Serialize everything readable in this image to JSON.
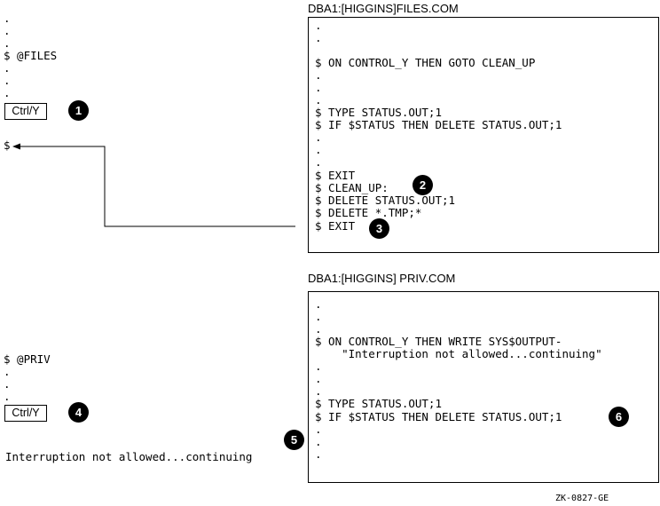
{
  "files_panel": {
    "title": "DBA1:[HIGGINS]FILES.COM",
    "lines": [
      ".",
      ".",
      "$ ON CONTROL_Y THEN GOTO CLEAN_UP",
      ".",
      ".",
      ".",
      "$ TYPE STATUS.OUT;1",
      "$ IF $STATUS THEN DELETE STATUS.OUT;1",
      ".",
      ".",
      ".",
      "$ EXIT",
      "$ CLEAN_UP:",
      "$ DELETE STATUS.OUT;1",
      "$ DELETE *.TMP;*",
      "$ EXIT"
    ]
  },
  "priv_panel": {
    "title": "DBA1:[HIGGINS] PRIV.COM",
    "lines": [
      ".",
      ".",
      ".",
      "$ ON CONTROL_Y THEN WRITE SYS$OUTPUT-",
      "    \"Interruption not allowed...continuing\"",
      ".",
      ".",
      ".",
      "$ TYPE STATUS.OUT;1",
      "$ IF $STATUS THEN DELETE STATUS.OUT;1",
      ".",
      ".",
      "."
    ]
  },
  "terminal_top": {
    "lines_above": [
      ".",
      ".",
      ".",
      "$ @FILES",
      ".",
      ".",
      "."
    ],
    "key": "Ctrl/Y",
    "prompt": "$"
  },
  "terminal_bottom": {
    "command": "$ @PRIV",
    "dots": [
      ".",
      ".",
      "."
    ],
    "key": "Ctrl/Y",
    "message": "Interruption not allowed...continuing"
  },
  "callouts": [
    "1",
    "2",
    "3",
    "4",
    "5",
    "6"
  ],
  "figure_id": "ZK-0827-GE",
  "colors": {
    "ink": "#000000",
    "paper": "#ffffff"
  }
}
